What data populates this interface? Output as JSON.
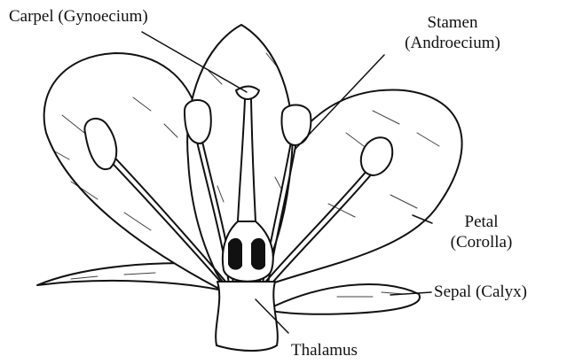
{
  "labels": {
    "carpel": "Carpel (Gynoecium)",
    "stamen_line1": "Stamen",
    "stamen_line2": "(Androecium)",
    "petal_line1": "Petal",
    "petal_line2": "(Corolla)",
    "sepal": "Sepal (Calyx)",
    "thalamus": "Thalamus"
  },
  "colors": {
    "ink": "#111111",
    "background": "#ffffff"
  }
}
